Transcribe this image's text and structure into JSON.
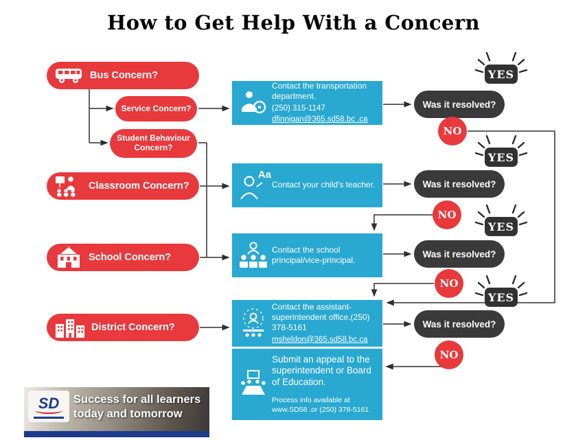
{
  "title": "How to Get Help With a Concern",
  "concerns": [
    {
      "label": "Bus Concern?"
    },
    {
      "label": "Service Concern?"
    },
    {
      "label": "Student Behaviour Concern?"
    },
    {
      "label": "Classroom Concern?"
    },
    {
      "label": "School Concern?"
    },
    {
      "label": "District Concern?"
    }
  ],
  "actions": [
    {
      "title": "Contact the transportation department.",
      "phone": "(250) 315-1147",
      "email": "dfinnigan@365.sd58.bc .ca"
    },
    {
      "title": "Contact your child's teacher."
    },
    {
      "title": "Contact the school principal/vice-principal."
    },
    {
      "title": "Contact the assistant-superintendent office.(250) 378-5161",
      "email": "msheldon@365.sd58.bc.ca"
    },
    {
      "title": "Submit an appeal to the superintendent or Board of Education.",
      "note": "Process info available at www.SD58 .or (250) 378-5161"
    }
  ],
  "resolved": {
    "label": "Was it resolved?",
    "yes": "YES",
    "no": "NO"
  },
  "icons": {
    "teacher_sample_text": "Aa"
  },
  "banner": {
    "logo_text": "SD",
    "line1": "Success for all learners",
    "line2": "today and tomorrow"
  },
  "colors": {
    "red": "#e8393c",
    "blue": "#29a8d2",
    "dark": "#3a3a3a",
    "navy": "#1d3a8c"
  }
}
